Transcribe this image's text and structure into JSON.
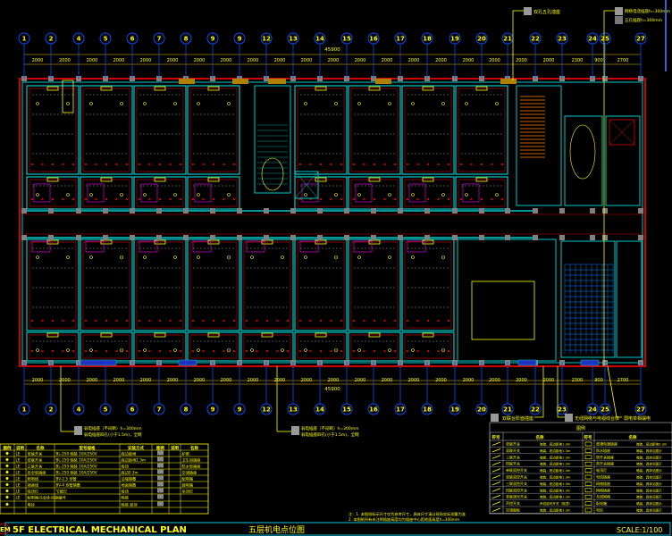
{
  "axes": {
    "top_labels": [
      "1",
      "2",
      "4",
      "5",
      "6",
      "7",
      "8",
      "9",
      "9",
      "12",
      "13",
      "14",
      "15",
      "16",
      "17",
      "18",
      "19",
      "20",
      "21",
      "22",
      "23",
      "24",
      "25",
      "27"
    ],
    "bottom_labels": [
      "1",
      "2",
      "4",
      "5",
      "6",
      "7",
      "8",
      "9",
      "9",
      "12",
      "13",
      "14",
      "15",
      "16",
      "17",
      "18",
      "19",
      "20",
      "21",
      "22",
      "23",
      "24",
      "25",
      "27"
    ],
    "spans": [
      "2000",
      "2000",
      "2000",
      "2000",
      "2000",
      "2000",
      "2000",
      "2000",
      "2000",
      "2000",
      "2000",
      "2000",
      "2000",
      "2000",
      "2000",
      "2000",
      "2000",
      "2000",
      "2000",
      "2000",
      "2300",
      "900",
      "2700"
    ],
    "total": "45900"
  },
  "callouts": {
    "top_1": "双孔五孔插座",
    "top_2a": "网络电话插座h=300mm",
    "top_2b": "五孔插座h=300mm",
    "bottom_1a": "弱电插座（不间断）h=300mm",
    "bottom_1b": "弱电插座四孔(小于1.5m)，全网",
    "bottom_2a": "弱电插座（不间断）h=300mm",
    "bottom_2b": "弱电插座四孔(小于1.5m)，全网",
    "bottom_3": "双联台阶面插座",
    "bottom_4": "无线网络与电视线合体",
    "bottom_5": "弱电单相漏电"
  },
  "left_table": {
    "headers": [
      "图例",
      "说明",
      "名称",
      "型号规格",
      "安装方式",
      "图例",
      "说明",
      "名称"
    ],
    "rows": [
      [
        "LE",
        "单联开关",
        "BL-250 暗装 10A/250V",
        "底边距地",
        "",
        "",
        "护照"
      ],
      [
        "LE",
        "双联开关",
        "BL-250 暗装 10A/250V",
        "底边距地1.3m",
        "",
        "",
        "卫生间插座"
      ],
      [
        "LE",
        "三联开关",
        "BL-250 暗装 10A/250V",
        "吸顶",
        "",
        "",
        "防水型插座"
      ],
      [
        "LE",
        "安全型插座",
        "BL-250 暗装 10A/250V",
        "底边0.3m",
        "",
        "",
        "空调插座"
      ],
      [
        "LE",
        "照明线",
        "BV-2.5 穿管",
        "沿墙暗敷",
        "",
        "",
        "配电箱"
      ],
      [
        "LE",
        "插座线",
        "BV-4 穿管暗敷",
        "地面暗敷",
        "",
        "",
        "弱电箱"
      ],
      [
        "LE",
        "吸顶灯",
        "节能灯",
        "吸顶",
        "",
        "",
        "吊顶灯"
      ],
      [
        "LE",
        "配电箱引出线-回路编号",
        "",
        "暗装",
        "",
        "",
        ""
      ],
      [
        "",
        "电铃",
        "",
        "暗装 距顶",
        "",
        "",
        ""
      ]
    ]
  },
  "right_table": {
    "title": "图例",
    "headers": [
      "符号",
      "名称",
      "符号",
      "名称"
    ],
    "rows": [
      [
        "单联开关",
        "暗装，底边距地1.3m",
        "普通电源插座",
        "暗装，底边距地0.3m"
      ],
      [
        "双联开关",
        "暗装，底边距地1.3m",
        "防水插座",
        "暗装，具体见图示"
      ],
      [
        "三联开关",
        "暗装，底边距地1.3m",
        "带开关插座",
        "暗装，具体见图示"
      ],
      [
        "四联开关",
        "暗装，底边距地1.3m",
        "带开关插座",
        "暗装，具体见图示"
      ],
      [
        "单联双控开关",
        "暗装，底边距地1.3m",
        "吸顶灯",
        "暗装，具体见图示"
      ],
      [
        "双联双控开关",
        "暗装，底边距地1.3m",
        "电话插座",
        "暗装，具体见图示"
      ],
      [
        "三联双控开关",
        "暗装，底边距地1.3m",
        "网络插座",
        "暗装，具体见图示"
      ],
      [
        "四联双控开关",
        "暗装，底边距地1.3m",
        "网络插座",
        "暗装，具体见图示"
      ],
      [
        "单联调光开关",
        "暗装，底边距地1.3m",
        "无线网络",
        "暗装，具体见图示"
      ],
      [
        "声控开关",
        "声控延时开关（吸顶）",
        "配电箱",
        "暗装，具体见图示"
      ],
      [
        "空调面板",
        "暗装，底边距地1.3m",
        "电铃",
        "暗装，具体见图示"
      ]
    ]
  },
  "notes": {
    "line1": "注：1. 本图纸标示尺寸仅为参考尺寸，具体尺寸请以现场实际测量为准",
    "line2": "2. 本图纸所有未注明插座高度均为插座中心距地面高度h=300mm"
  },
  "title_block": {
    "badge": "EM",
    "title_en": "5F ELECTRICAL MECHANICAL PLAN",
    "title_cn": "五层机电点位图",
    "scale": "SCALE:1/100"
  },
  "colors": {
    "wall": "#00c8c8",
    "red": "#d00000",
    "text": "#ffff00",
    "axis": "#0050ff",
    "dim": "#a08000"
  }
}
